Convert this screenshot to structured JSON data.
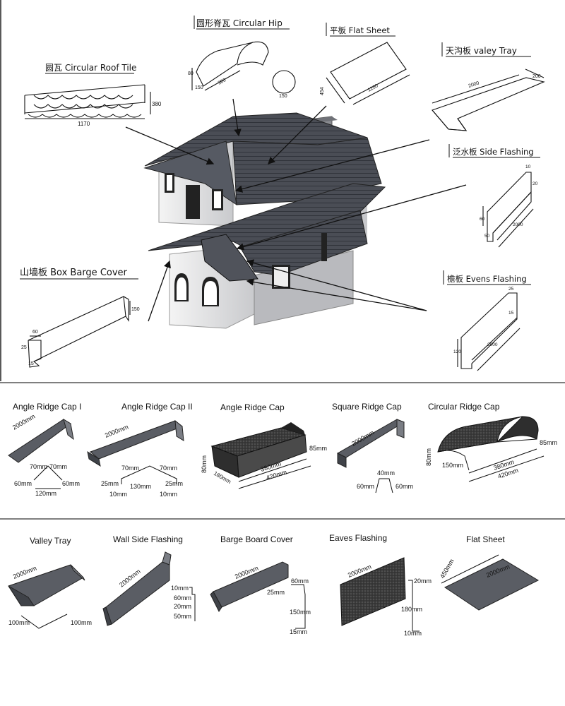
{
  "top": {
    "circular_roof_tile": {
      "title": "圆瓦  Circular Roof Tile",
      "d1": "380",
      "d2": "1170"
    },
    "circular_hip": {
      "title": "圆形脊瓦 Circular Hip",
      "d1": "80",
      "d2": "150",
      "d3": "380",
      "d4": "150"
    },
    "flat_sheet": {
      "title": "平板  Flat  Sheet",
      "d1": "454",
      "d2": "1200"
    },
    "valley_tray": {
      "title": "天沟板  valey Tray",
      "d1": "2000",
      "d2": "200"
    },
    "side_flashing": {
      "title": "泛水板  Side Flashing",
      "d1": "10",
      "d2": "20",
      "d3": "60",
      "d4": "50",
      "d5": "2000"
    },
    "box_barge_cover": {
      "title": "山墙板  Box Barge Cover",
      "d1": "60",
      "d2": "25",
      "d3": "15",
      "d4": "150"
    },
    "evens_flashing": {
      "title": "檐板 Evens  Flashing",
      "d1": "25",
      "d2": "15",
      "d3": "120",
      "d4": "2000"
    }
  },
  "ridge_row": [
    {
      "title": "Angle Ridge Cap I",
      "dims": [
        "2000mm",
        "70mm",
        "70mm",
        "60mm",
        "60mm",
        "120mm"
      ]
    },
    {
      "title": "Angle Ridge Cap II",
      "dims": [
        "2000mm",
        "70mm",
        "70mm",
        "25mm",
        "130mm",
        "25mm",
        "10mm",
        "10mm"
      ]
    },
    {
      "title": "Angle Ridge Cap",
      "dims": [
        "85mm",
        "80mm",
        "180mm",
        "380mm",
        "420mm"
      ]
    },
    {
      "title": "Square Ridge Cap",
      "dims": [
        "2000mm",
        "40mm",
        "60mm",
        "60mm"
      ]
    },
    {
      "title": "Circular Ridge Cap",
      "dims": [
        "85mm",
        "80mm",
        "150mm",
        "380mm",
        "420mm"
      ]
    }
  ],
  "bottom_row": [
    {
      "title": "Valley Tray",
      "dims": [
        "2000mm",
        "100mm",
        "100mm"
      ]
    },
    {
      "title": "Wall Side Flashing",
      "dims": [
        "2000mm",
        "10mm",
        "60mm",
        "20mm",
        "50mm"
      ]
    },
    {
      "title": "Barge Board Cover",
      "dims": [
        "2000mm",
        "60mm",
        "25mm",
        "150mm",
        "15mm"
      ]
    },
    {
      "title": "Eaves Flashing",
      "dims": [
        "2000mm",
        "20mm",
        "180mm",
        "10mm"
      ]
    },
    {
      "title": "Flat Sheet",
      "dims": [
        "450mm",
        "2000mm"
      ]
    }
  ]
}
